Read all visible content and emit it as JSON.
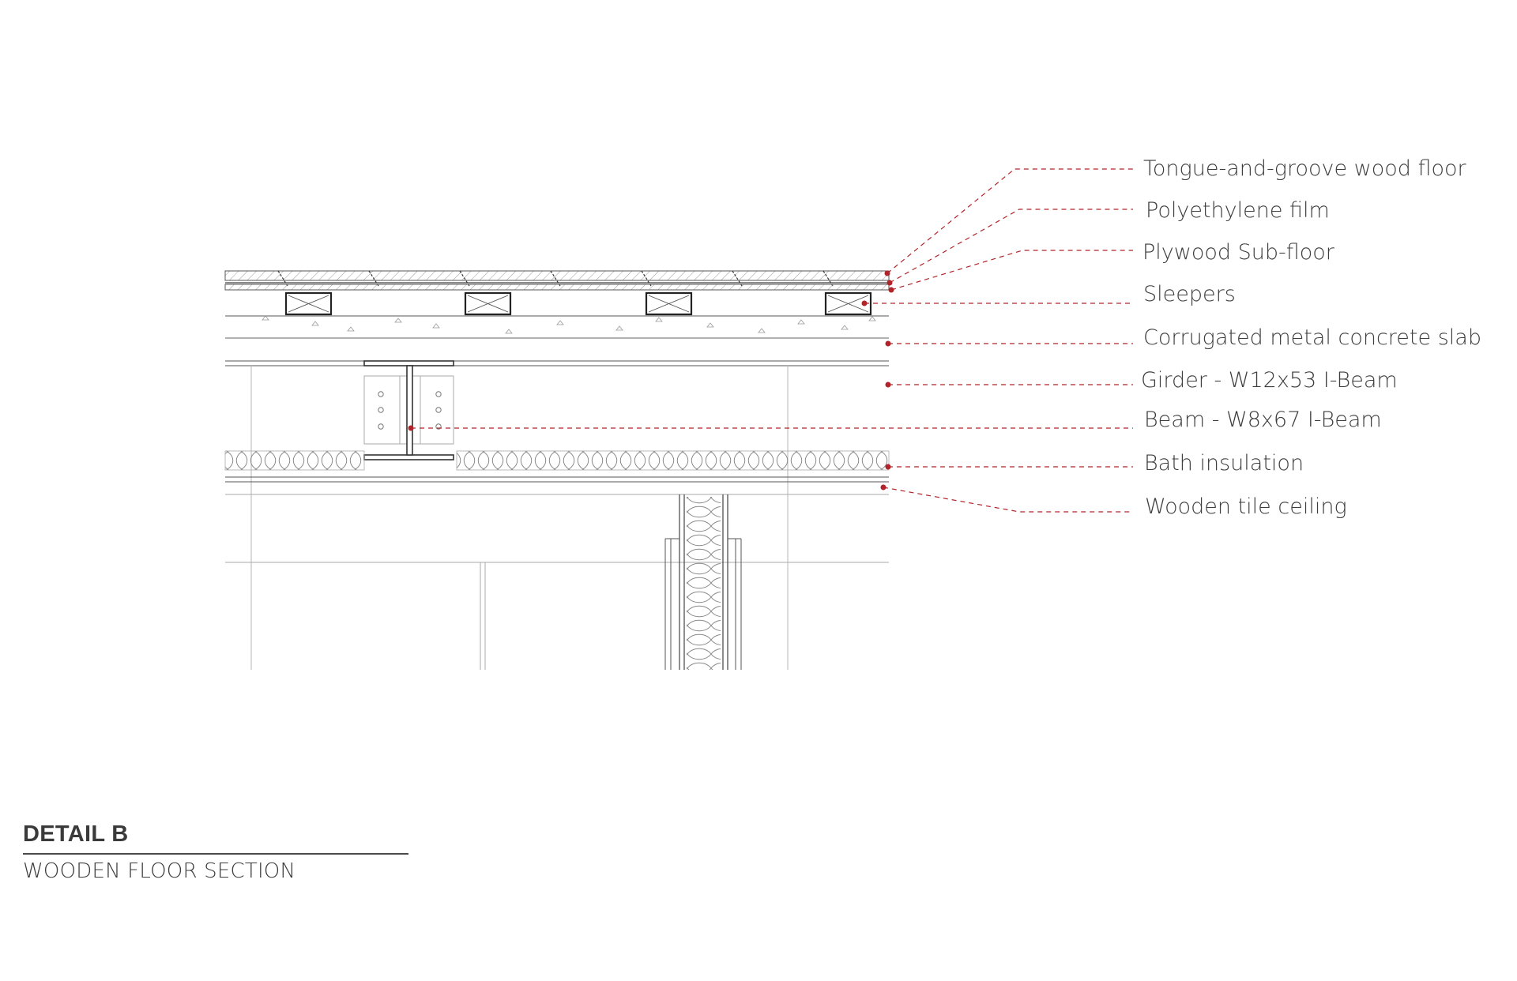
{
  "diagram": {
    "leader_color": "#b0242a",
    "line_color": "#2a2a2a",
    "callouts": [
      {
        "id": "wood-floor",
        "label": "Tongue-and-groove wood floor"
      },
      {
        "id": "poly-film",
        "label": "Polyethylene film"
      },
      {
        "id": "plywood",
        "label": "Plywood Sub-floor"
      },
      {
        "id": "sleepers",
        "label": "Sleepers"
      },
      {
        "id": "slab",
        "label": "Corrugated metal concrete slab"
      },
      {
        "id": "girder",
        "label": "Girder - W12x53 I-Beam"
      },
      {
        "id": "beam",
        "label": "Beam - W8x67 I-Beam"
      },
      {
        "id": "insulation",
        "label": "Bath insulation"
      },
      {
        "id": "ceiling",
        "label": "Wooden tile ceiling"
      }
    ]
  },
  "title_block": {
    "title": "DETAIL B",
    "subtitle": "WOODEN FLOOR SECTION"
  }
}
